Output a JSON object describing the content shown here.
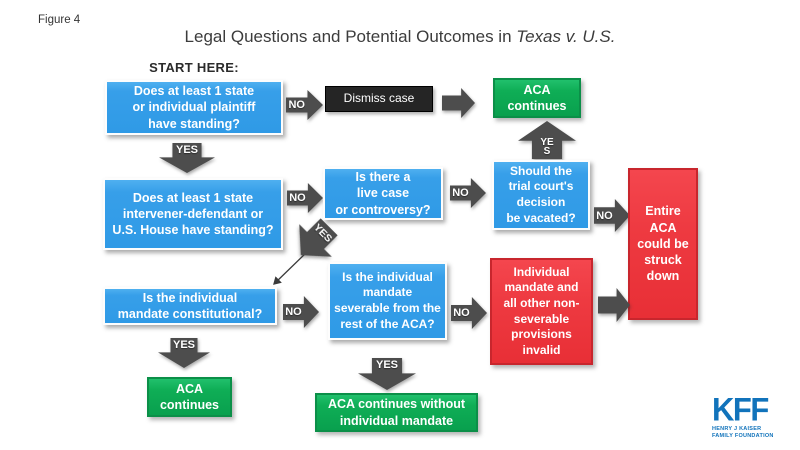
{
  "figure_label": "Figure 4",
  "title": {
    "prefix": "Legal Questions and Potential Outcomes in ",
    "case_name": "Texas v. U.S."
  },
  "start_label": "START HERE:",
  "labels": {
    "yes": "YES",
    "no": "NO"
  },
  "nodes": {
    "plaintiff_standing": "Does at least 1 state or individual plaintiff have standing?",
    "dismiss_case": "Dismiss case",
    "aca_continues_top": "ACA continues",
    "defendant_standing": "Does at least 1 state intervener-defendant or U.S. House have standing?",
    "live_case": "Is there a live case or controversy?",
    "vacate_decision": "Should the trial court's decision be vacated?",
    "entire_aca_struck": "Entire ACA could be struck down",
    "mandate_constitutional": "Is the individual mandate constitutional?",
    "mandate_severable": "Is the individual mandate severable from the rest of the ACA?",
    "nonseverable_invalid": "Individual mandate and all other non-severable provisions invalid",
    "aca_continues_left": "ACA continues",
    "aca_continues_without_mandate": "ACA continues without individual mandate"
  },
  "colors": {
    "question_blue": "#3aa2ea",
    "outcome_green": "#0fae56",
    "outcome_red": "#ee3a41",
    "dismiss_black": "#252525",
    "arrow_gray": "#4d4d4d",
    "kff_blue": "#1173bb"
  },
  "logo": {
    "name": "KFF",
    "line1": "HENRY J KAISER",
    "line2": "FAMILY FOUNDATION"
  }
}
